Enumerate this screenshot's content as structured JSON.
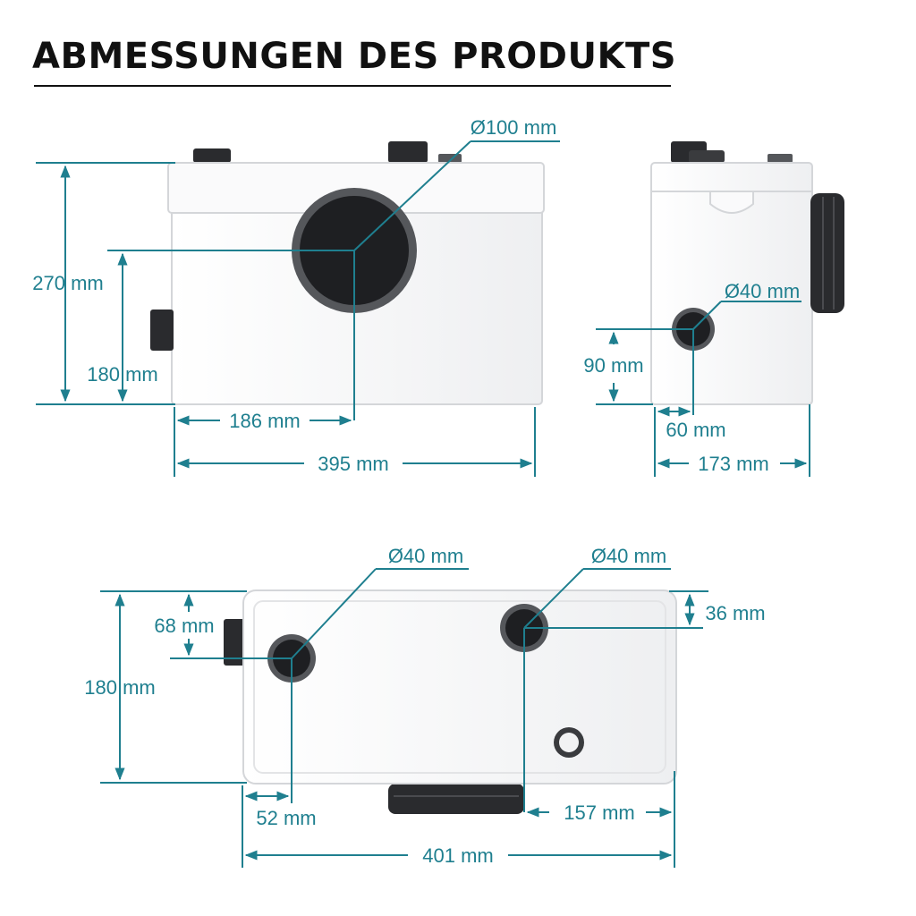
{
  "title": "ABMESSUNGEN DES PRODUKTS",
  "colors": {
    "accent": "#1f7f8f",
    "body_fill": "#f6f6f7",
    "body_stroke": "#d4d6d9",
    "pipe_dark": "#2a2b2e",
    "pipe_ring": "#55575b"
  },
  "front_view": {
    "diameter_main": "Ø100 mm",
    "height_total": "270 mm",
    "height_inlet": "180 mm",
    "width_to_center": "186 mm",
    "width_total": "395 mm"
  },
  "side_view": {
    "diameter_inlet": "Ø40 mm",
    "height_inlet": "90 mm",
    "offset_inlet": "60 mm",
    "depth_total": "173 mm"
  },
  "top_view": {
    "diameter_left": "Ø40 mm",
    "diameter_right": "Ø40 mm",
    "offset_left_y": "68 mm",
    "offset_right_y": "36 mm",
    "depth_total": "180 mm",
    "offset_left_x": "52 mm",
    "offset_right_x": "157 mm",
    "width_total": "401 mm"
  }
}
